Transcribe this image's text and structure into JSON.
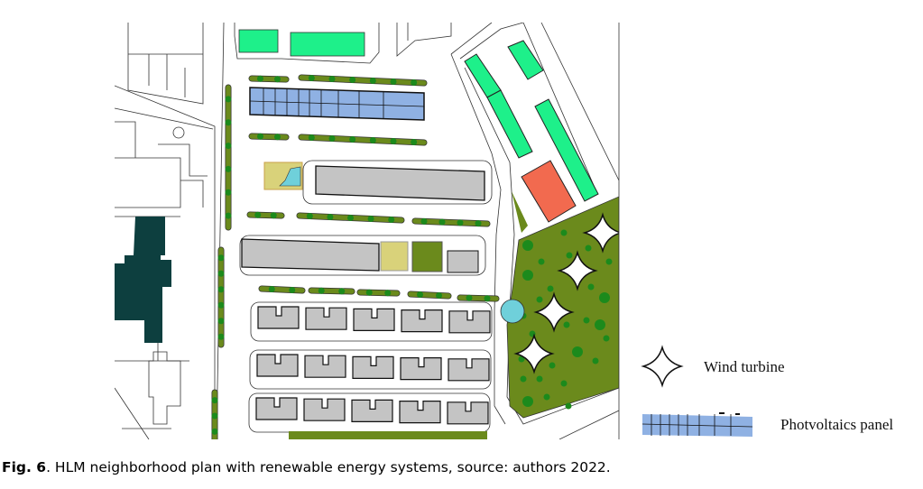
{
  "figure": {
    "legend": {
      "wind_turbine": "Wind turbine",
      "pv_panel": "Photvoltaics panel"
    },
    "colors": {
      "pv": "#8fb1e3",
      "building": "#c4c4c4",
      "sport_field": "#1ef08a",
      "park": "#6b8a1c",
      "tree": "#1c8a1c",
      "court": "#f26a4f",
      "pool": "#6fd0da",
      "dark_building": "#0d3f3f",
      "sand": "#d9d27a"
    },
    "wind_turbine_count": 4
  },
  "caption": {
    "label": "Fig. 6",
    "text": ". HLM neighborhood plan with renewable energy systems, source: authors 2022."
  }
}
